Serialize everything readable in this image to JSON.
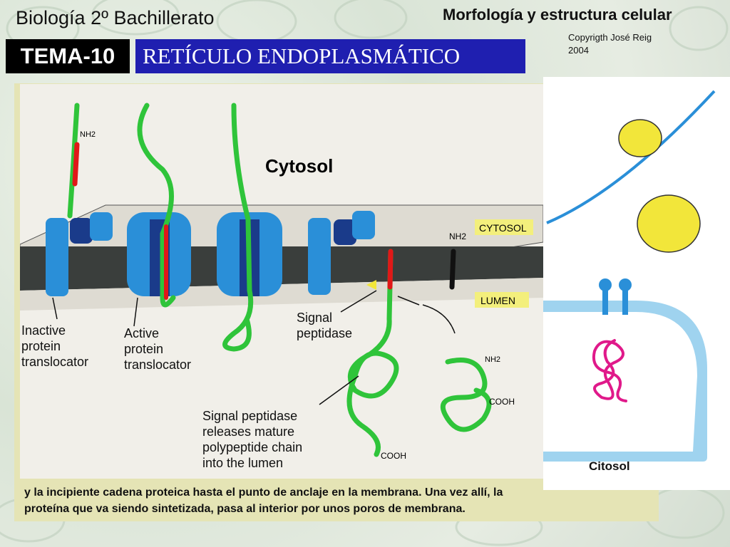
{
  "header": {
    "course": "Biología 2º Bachillerato",
    "subject": "Morfología y estructura celular",
    "copyright_line1": "Copyrigth José Reig",
    "copyright_line2": "2004",
    "tema": "TEMA-10",
    "title": "RETÍCULO ENDOPLASMÁTICO"
  },
  "diagram_labels": {
    "cytosol_big": "Cytosol",
    "cytosol_tag": "CYTOSOL",
    "lumen_tag": "LUMEN",
    "nh2_left": "NH2",
    "nh2_right": "NH2",
    "nh2_bottom": "NH2",
    "cooh_right": "COOH",
    "cooh_bottom": "COOH",
    "inactive_1": "Inactive",
    "inactive_2": "protein",
    "inactive_3": "translocator",
    "active_1": "Active",
    "active_2": "protein",
    "active_3": "translocator",
    "signal_1": "Signal",
    "signal_2": "peptidase",
    "release_1": "Signal peptidase",
    "release_2": "releases mature",
    "release_3": "polypeptide chain",
    "release_4": "into the lumen"
  },
  "side_label": "Citosol",
  "bottom_text_line1": "y la incipiente cadena proteica hasta el punto de anclaje en la membrana. Una vez allí, la",
  "bottom_text_line2": "proteína que va siendo sintetizada, pasa al interior por unos poros de membrana.",
  "colors": {
    "title_bg": "#1f1fb0",
    "panel": "#e5e4b5",
    "chain_green": "#2fc43a",
    "signal_red": "#e01818",
    "translocator_blue": "#2a8fd8",
    "membrane": "#3a3e3c",
    "tag_yellow": "#f3ef7c",
    "vesicle_yellow": "#f2e63a",
    "er_blue": "#9fd3ef",
    "protein_pink": "#e0198a"
  }
}
